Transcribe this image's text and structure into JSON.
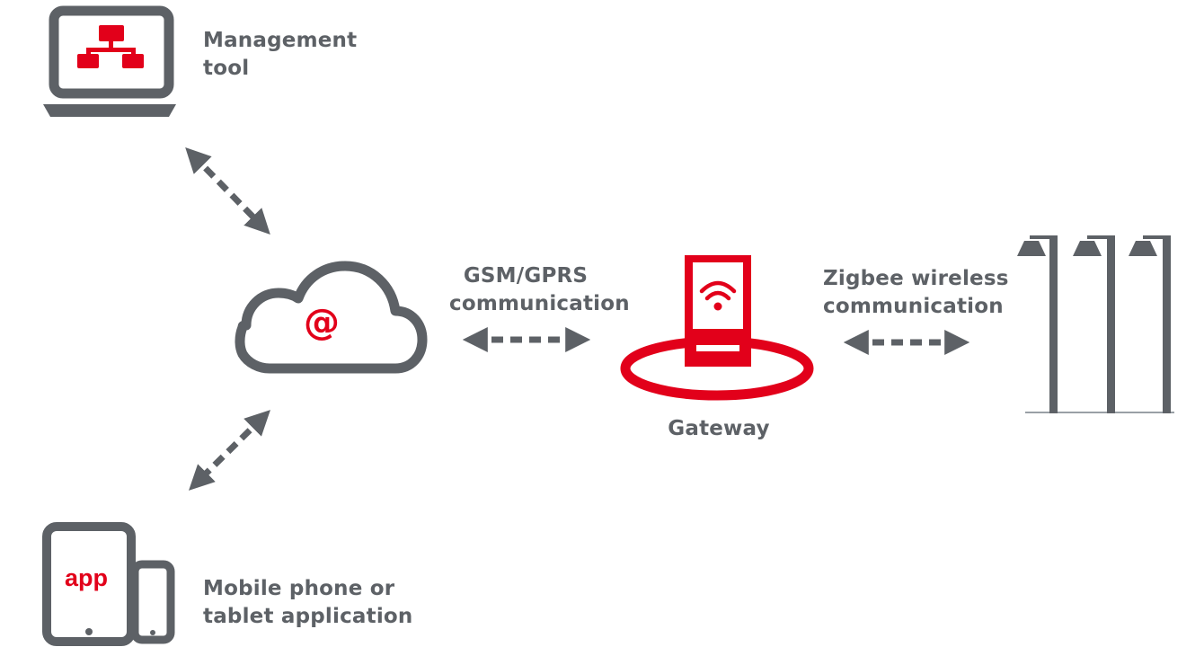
{
  "colors": {
    "accent": "#e2001a",
    "icon_gray": "#5d6166",
    "arrow_gray": "#5d6166",
    "text_gray": "#5d6166",
    "background": "#ffffff"
  },
  "icons": {
    "management": "laptop-sitemap-icon",
    "cloud": "cloud-at-icon",
    "gateway": "gateway-wifi-icon",
    "lamps": "street-lamps-icon",
    "mobile": "tablet-phone-icon"
  },
  "nodes": {
    "management_tool": {
      "line1": "Management",
      "line2": "tool"
    },
    "cloud": {
      "symbol": "@"
    },
    "gateway": {
      "label": "Gateway"
    },
    "mobile": {
      "line1": "Mobile phone or",
      "line2": "tablet application",
      "app_text": "app"
    }
  },
  "links": {
    "gsm": {
      "line1": "GSM/GPRS",
      "line2": "communication"
    },
    "zigbee": {
      "line1": "Zigbee wireless",
      "line2": "communication"
    }
  }
}
